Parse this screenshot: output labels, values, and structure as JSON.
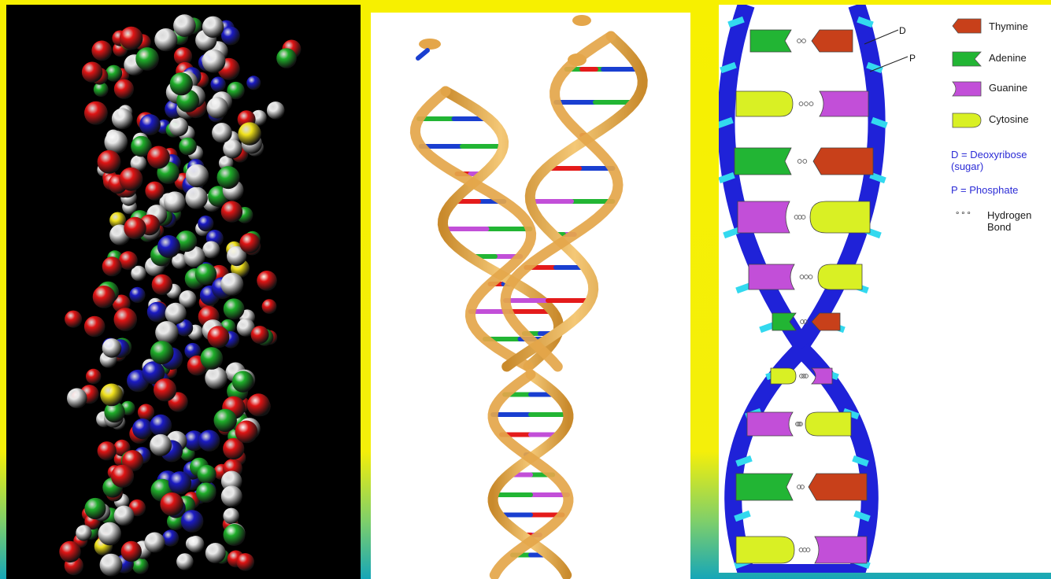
{
  "panels": {
    "molecule": {
      "name": "space-filling-dna-model"
    },
    "replication": {
      "name": "dna-replication-fork"
    },
    "bases": {
      "name": "base-pair-ladder-diagram"
    }
  },
  "diagram": {
    "strand_labels": {
      "deoxyribose": "D",
      "phosphate": "P"
    },
    "legend": [
      {
        "id": "thymine",
        "label": "Thymine",
        "color": "#c8401a"
      },
      {
        "id": "adenine",
        "label": "Adenine",
        "color": "#22b534"
      },
      {
        "id": "guanine",
        "label": "Guanine",
        "color": "#c24fd8"
      },
      {
        "id": "cytosine",
        "label": "Cytosine",
        "color": "#d9f024"
      }
    ],
    "key": {
      "deoxyribose_line1": "D = Deoxyribose",
      "deoxyribose_line2": "(sugar)",
      "phosphate": "P = Phosphate",
      "hydrogen_line1": "Hydrogen",
      "hydrogen_line2": "Bond"
    }
  },
  "colors": {
    "backbone_blue": "#1f22d8",
    "phosphate_cyan": "#33d9ef",
    "helix_tan": "#e4a64a",
    "atom_red": "#e01515",
    "atom_white": "#e9e9e9",
    "atom_green": "#1fae2a",
    "atom_blue": "#1b1bc4",
    "atom_yellow": "#f0e11a"
  }
}
